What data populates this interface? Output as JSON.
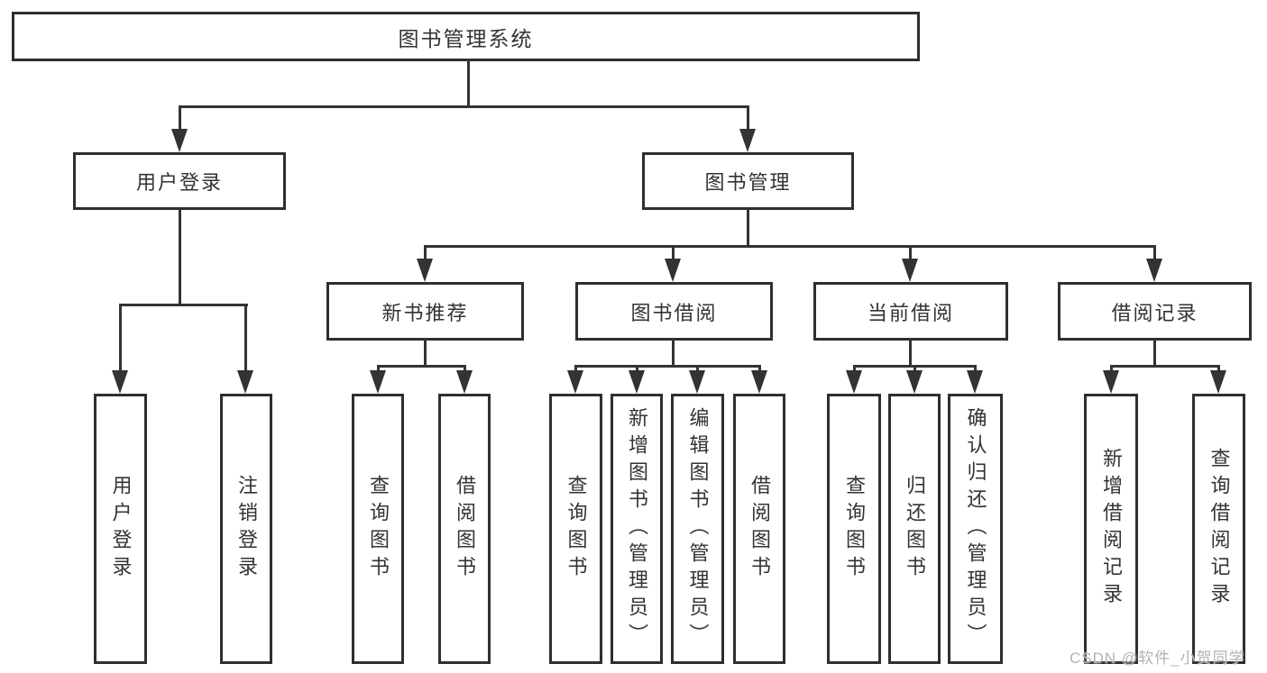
{
  "tree": {
    "root": {
      "label": "图书管理系统"
    },
    "branches": [
      {
        "label": "用户登录",
        "children": [
          {
            "label": "用户登录"
          },
          {
            "label": "注销登录"
          }
        ]
      },
      {
        "label": "图书管理",
        "children": [
          {
            "label": "新书推荐",
            "children": [
              {
                "label": "查询图书"
              },
              {
                "label": "借阅图书"
              }
            ]
          },
          {
            "label": "图书借阅",
            "children": [
              {
                "label": "查询图书"
              },
              {
                "label": "新增图书（管理员）"
              },
              {
                "label": "编辑图书（管理员）"
              },
              {
                "label": "借阅图书"
              }
            ]
          },
          {
            "label": "当前借阅",
            "children": [
              {
                "label": "查询图书"
              },
              {
                "label": "归还图书"
              },
              {
                "label": "确认归还（管理员）"
              }
            ]
          },
          {
            "label": "借阅记录",
            "children": [
              {
                "label": "新增借阅记录"
              },
              {
                "label": "查询借阅记录"
              }
            ]
          }
        ]
      }
    ]
  },
  "watermark": {
    "text": "CSDN @软件_小贺同学"
  },
  "colors": {
    "line": "#333333",
    "border": "#2f2f2f",
    "text": "#333333",
    "watermark": "#b2b2b2",
    "background": "#ffffff"
  }
}
